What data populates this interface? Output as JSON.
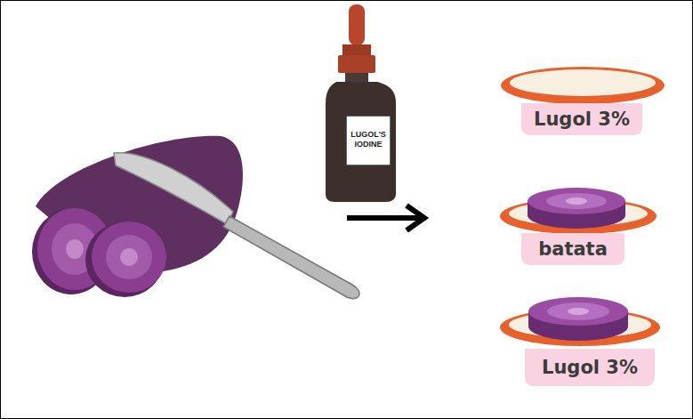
{
  "diagram": {
    "nodes": [
      {
        "text": [
          "Lugol 3%"
        ]
      },
      {
        "text": [
          "batata"
        ]
      },
      {
        "text": [
          "Lugol 3%"
        ]
      }
    ],
    "labels": [
      "LUGOL'S IODINE"
    ]
  }
}
